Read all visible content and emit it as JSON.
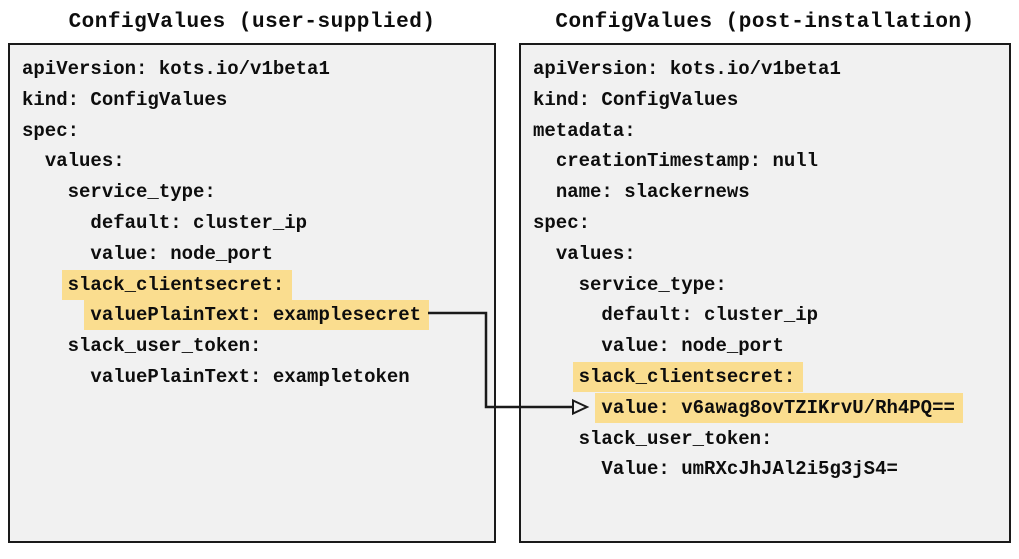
{
  "colors": {
    "page_bg": "#ffffff",
    "box_bg": "#f1f1f1",
    "box_border": "#1a1a1a",
    "highlight": "#fadd8f",
    "text": "#0d0d0d",
    "arrow": "#1a1a1a"
  },
  "left_panel": {
    "title": "ConfigValues (user-supplied)",
    "lines": [
      {
        "indent": "",
        "text": "apiVersion: kots.io/v1beta1",
        "highlight": false
      },
      {
        "indent": "",
        "text": "kind: ConfigValues",
        "highlight": false
      },
      {
        "indent": "",
        "text": "spec:",
        "highlight": false
      },
      {
        "indent": "  ",
        "text": "values:",
        "highlight": false
      },
      {
        "indent": "    ",
        "text": "service_type:",
        "highlight": false
      },
      {
        "indent": "      ",
        "text": "default: cluster_ip",
        "highlight": false
      },
      {
        "indent": "      ",
        "text": "value: node_port",
        "highlight": false
      },
      {
        "indent": "    ",
        "text": "slack_clientsecret:",
        "highlight": true
      },
      {
        "indent": "      ",
        "text": "valuePlainText: examplesecret",
        "highlight": true
      },
      {
        "indent": "    ",
        "text": "slack_user_token:",
        "highlight": false
      },
      {
        "indent": "      ",
        "text": "valuePlainText: exampletoken",
        "highlight": false
      }
    ]
  },
  "right_panel": {
    "title": "ConfigValues (post-installation)",
    "lines": [
      {
        "indent": "",
        "text": "apiVersion: kots.io/v1beta1",
        "highlight": false
      },
      {
        "indent": "",
        "text": "kind: ConfigValues",
        "highlight": false
      },
      {
        "indent": "",
        "text": "metadata:",
        "highlight": false
      },
      {
        "indent": "  ",
        "text": "creationTimestamp: null",
        "highlight": false
      },
      {
        "indent": "  ",
        "text": "name: slackernews",
        "highlight": false
      },
      {
        "indent": "",
        "text": "spec:",
        "highlight": false
      },
      {
        "indent": "  ",
        "text": "values:",
        "highlight": false
      },
      {
        "indent": "    ",
        "text": "service_type:",
        "highlight": false
      },
      {
        "indent": "      ",
        "text": "default: cluster_ip",
        "highlight": false
      },
      {
        "indent": "      ",
        "text": "value: node_port",
        "highlight": false
      },
      {
        "indent": "    ",
        "text": "slack_clientsecret:",
        "highlight": true
      },
      {
        "indent": "      ",
        "text": "value: v6awag8ovTZIKrvU/Rh4PQ==",
        "highlight": true
      },
      {
        "indent": "    ",
        "text": "slack_user_token:",
        "highlight": false
      },
      {
        "indent": "      ",
        "text": "Value: umRXcJhJAl2i5g3jS4=",
        "highlight": false
      }
    ]
  },
  "arrow": {
    "meaning": "plain-text secret is encrypted during installation",
    "from_text": "valuePlainText: examplesecret",
    "to_text": "value: v6awag8ovTZIKrvU/Rh4PQ=="
  }
}
